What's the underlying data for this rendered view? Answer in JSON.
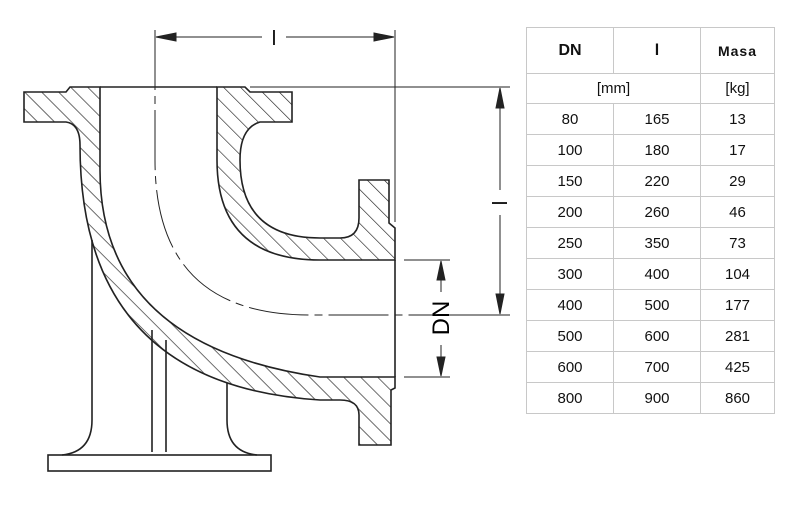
{
  "drawing": {
    "dim_horizontal_label": "l",
    "dim_vertical_label": "l",
    "dim_dn_label": "DN"
  },
  "table": {
    "headers": [
      "DN",
      "l",
      "Masa"
    ],
    "units": [
      "[mm]",
      "[kg]"
    ],
    "rows": [
      [
        "80",
        "165",
        "13"
      ],
      [
        "100",
        "180",
        "17"
      ],
      [
        "150",
        "220",
        "29"
      ],
      [
        "200",
        "260",
        "46"
      ],
      [
        "250",
        "350",
        "73"
      ],
      [
        "300",
        "400",
        "104"
      ],
      [
        "400",
        "500",
        "177"
      ],
      [
        "500",
        "600",
        "281"
      ],
      [
        "600",
        "700",
        "425"
      ],
      [
        "800",
        "900",
        "860"
      ]
    ]
  }
}
